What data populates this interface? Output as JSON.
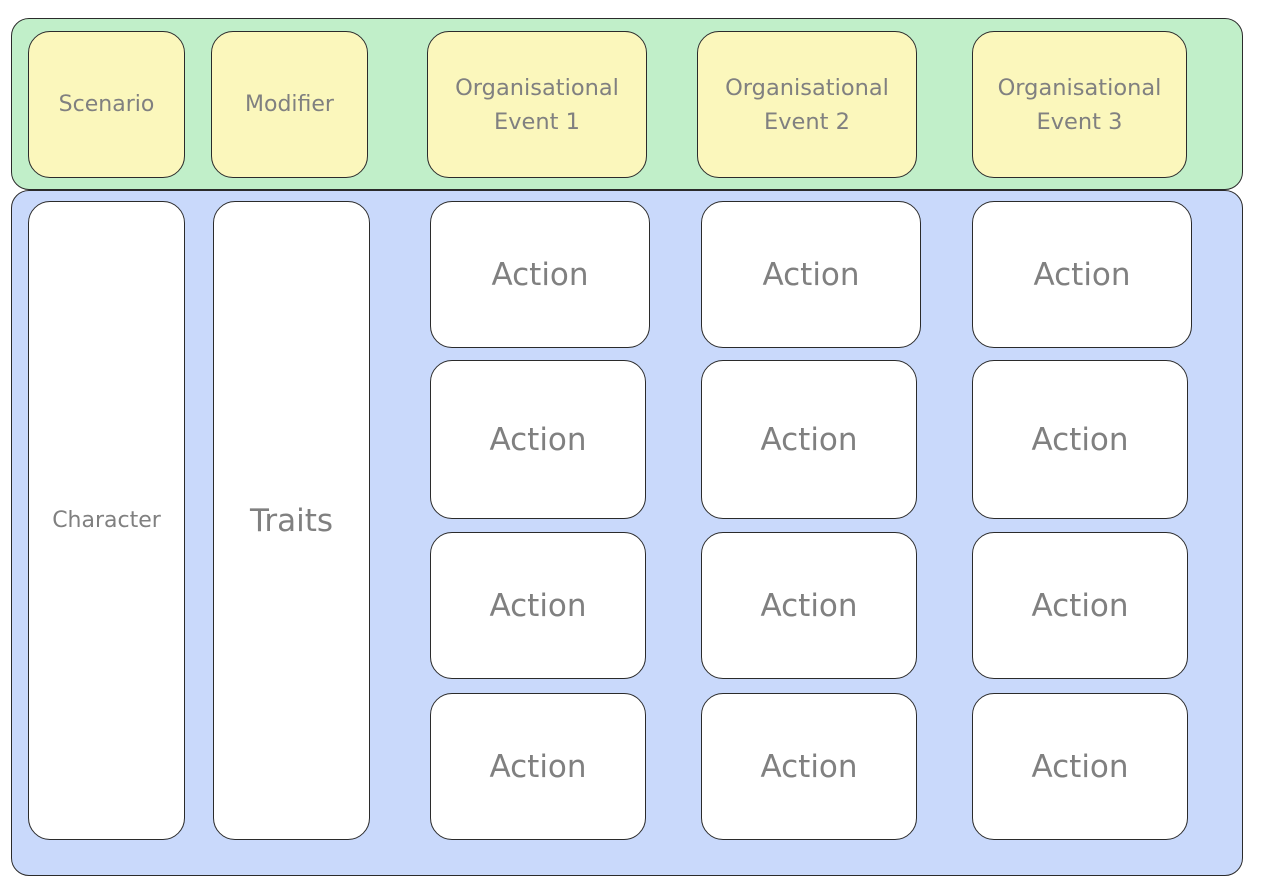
{
  "colors": {
    "top_panel": "#c1efc9",
    "bottom_panel": "#c9d9fb",
    "header_box": "#fbf7bc",
    "cell_box": "#ffffff",
    "text": "#808080",
    "border": "#2b2b2b"
  },
  "header": {
    "scenario": "Scenario",
    "modifier": "Modifier",
    "event1": "Organisational\nEvent 1",
    "event2": "Organisational\nEvent 2",
    "event3": "Organisational\nEvent 3"
  },
  "body": {
    "character": "Character",
    "traits": "Traits",
    "actions": [
      [
        "Action",
        "Action",
        "Action"
      ],
      [
        "Action",
        "Action",
        "Action"
      ],
      [
        "Action",
        "Action",
        "Action"
      ],
      [
        "Action",
        "Action",
        "Action"
      ]
    ]
  }
}
